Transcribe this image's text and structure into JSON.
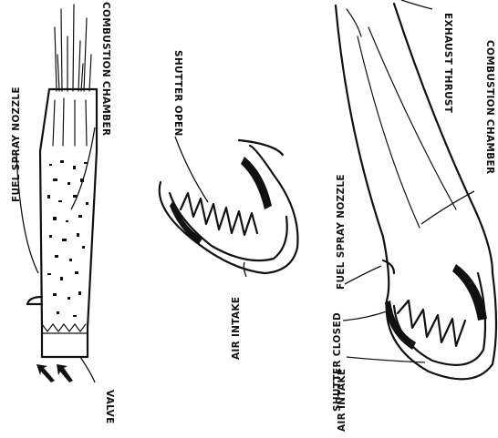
{
  "figure": {
    "left": {
      "fuel_spray_nozzle": "FUEL SPRAY NOZZLE",
      "combustion_chamber": "COMBUSTION CHAMBER",
      "valve": "VALVE"
    },
    "middle": {
      "shutter_open": "SHUTTER OPEN",
      "air_intake": "AIR INTAKE"
    },
    "right": {
      "exhaust_thrust": "EXHAUST THRUST",
      "combustion_chamber": "COMBUSTION CHAMBER",
      "fuel_spray_nozzle": "FUEL SPRAY NOZZLE",
      "shutter_closed": "SHUTTER CLOSED",
      "air_intake": "AIR INTAKE"
    }
  }
}
